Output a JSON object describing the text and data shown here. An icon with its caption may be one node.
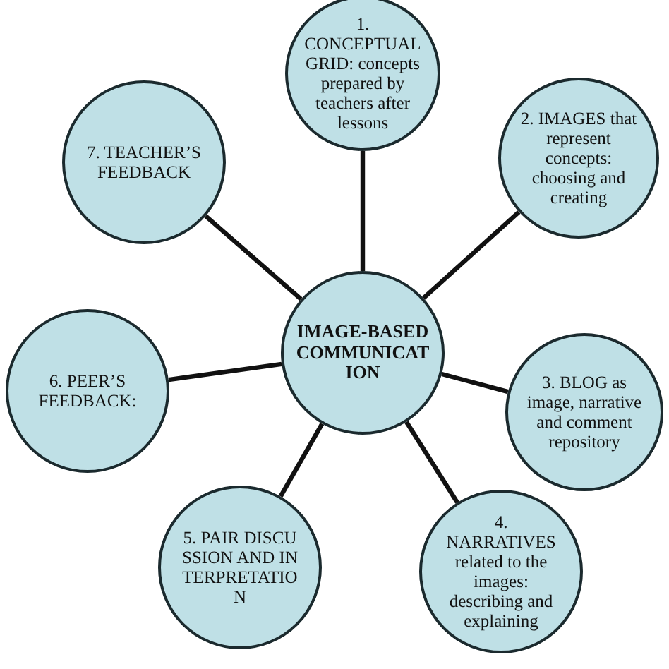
{
  "diagram": {
    "nodes": [
      {
        "text": [
          "IMAGE-BASED COMMUNICATION"
        ]
      },
      {
        "text": [
          "1. CONCEPTUAL GRID: concepts prepared by teachers after lessons"
        ]
      },
      {
        "text": [
          "2. IMAGES that represent concepts: choosing and creating"
        ]
      },
      {
        "text": [
          "3. BLOG as image, narrative and comment repository"
        ]
      },
      {
        "text": [
          "4. NARRATIVES related to the images: describing and explaining"
        ]
      },
      {
        "text": [
          "5. PAIR DISCUSSION AND INTERPRETATION"
        ]
      },
      {
        "text": [
          "6. PEER’S FEEDBACK:"
        ]
      },
      {
        "text": [
          "7. TEACHER’S FEEDBACK"
        ]
      }
    ],
    "edges": [
      {
        "from": 0,
        "to": 1,
        "arrow": "none"
      },
      {
        "from": 0,
        "to": 2,
        "arrow": "none"
      },
      {
        "from": 0,
        "to": 3,
        "arrow": "none"
      },
      {
        "from": 0,
        "to": 4,
        "arrow": "none"
      },
      {
        "from": 0,
        "to": 5,
        "arrow": "none"
      },
      {
        "from": 0,
        "to": 6,
        "arrow": "none"
      },
      {
        "from": 0,
        "to": 7,
        "arrow": "none"
      }
    ]
  }
}
